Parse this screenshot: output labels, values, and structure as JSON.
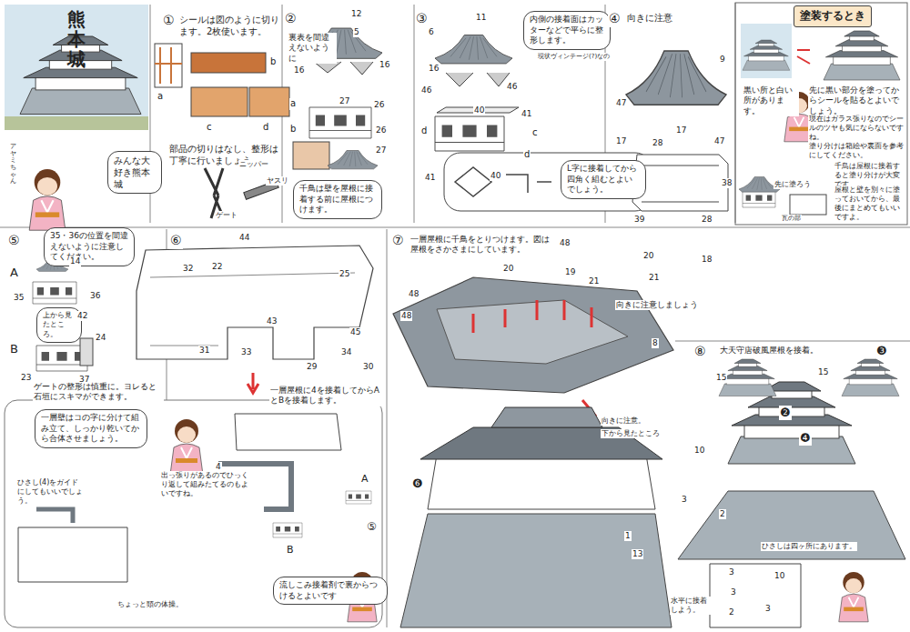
{
  "diagram": {
    "title": "熊本城",
    "nodes": [
      {
        "text": [
          "みんな大好き熊本城"
        ]
      },
      {
        "text": [
          "千鳥は壁を屋根に接着する前に屋根につけます。"
        ]
      },
      {
        "text": [
          "内側の接着面はカッターなどで平らに整形します。"
        ]
      },
      {
        "text": [
          "L字に接着してから四角く組むとよいでしょう。"
        ]
      },
      {
        "text": [
          "塗装するとき"
        ]
      },
      {
        "text": [
          "35・36の位置を間違えないように注意してください。"
        ]
      },
      {
        "text": [
          "上から見たところ。"
        ]
      },
      {
        "text": [
          "一層壁はコの字に分けて組み立て、しっかり乾いてから合体させましょう。"
        ]
      },
      {
        "text": [
          "流しこみ接着剤で裏からつけるとよいです"
        ]
      }
    ],
    "labels": [
      "①",
      "シールは図のように切ります。2枚使います。",
      "a",
      "b",
      "c",
      "d",
      "部品の切りはなし、整形は丁寧に行いましょう。",
      "ニッパー",
      "ヤスリ",
      "ゲート",
      "②",
      "12",
      "5",
      "裏表を間違えないように",
      "16",
      "16",
      "a",
      "27",
      "26",
      "b",
      "26",
      "27",
      "③",
      "11",
      "6",
      "16",
      "46",
      "46",
      "40",
      "41",
      "c",
      "d",
      "d",
      "41",
      "40",
      "現状ヴィンテージ(?)なの",
      "④",
      "向きに注意",
      "9",
      "47",
      "17",
      "28",
      "17",
      "47",
      "38",
      "39",
      "28",
      "黒い所と白い所があります。",
      "先に黒い部分を塗ってからシールを貼るとよいでしょう。",
      "現在はガラス張りなのでシールのツヤも気にならないですね。",
      "塗り分けは箱絵や裏面を参考にしてください。",
      "千鳥は屋根に接着すると塗り分けが大変です。",
      "先に塗ろう",
      "屋根と壁を別々に塗っておいてから、最後にまとめてもいいですよ。",
      "瓦の部",
      "⑤",
      "A",
      "14",
      "35",
      "36",
      "42",
      "B",
      "24",
      "23",
      "37",
      "ゲートの整形は慎重に。ヨレると石垣にスキマができます。",
      "⑥",
      "44",
      "32",
      "22",
      "25",
      "43",
      "45",
      "31",
      "33",
      "29",
      "34",
      "30",
      "一層屋根に4を接着してからAとBを接着します。",
      "4",
      "A",
      "⑤",
      "B",
      "ひさし(4)をガイドにしてもいいでしょう。",
      "出っ張りがあるのでひっくり返して組みたてるのもよいですね。",
      "ちょっと頭の体操。",
      "⑦",
      "一層屋根に千鳥をとりつけます。図は屋根をさかさまにしています。",
      "48",
      "20",
      "18",
      "21",
      "向きに注意しましょう",
      "48",
      "48",
      "20",
      "19",
      "21",
      "8",
      "向きに注意。",
      "下から見たところ",
      "❻",
      "1",
      "13",
      "⑧",
      "大天守唐破風屋根を接着。",
      "15",
      "15",
      "❷",
      "❸",
      "❹",
      "10",
      "3",
      "2",
      "ひさしは四ヶ所にあります。",
      "水平に接着しよう。",
      "3",
      "10",
      "3",
      "2",
      "3",
      "アヤミちゃん"
    ]
  }
}
